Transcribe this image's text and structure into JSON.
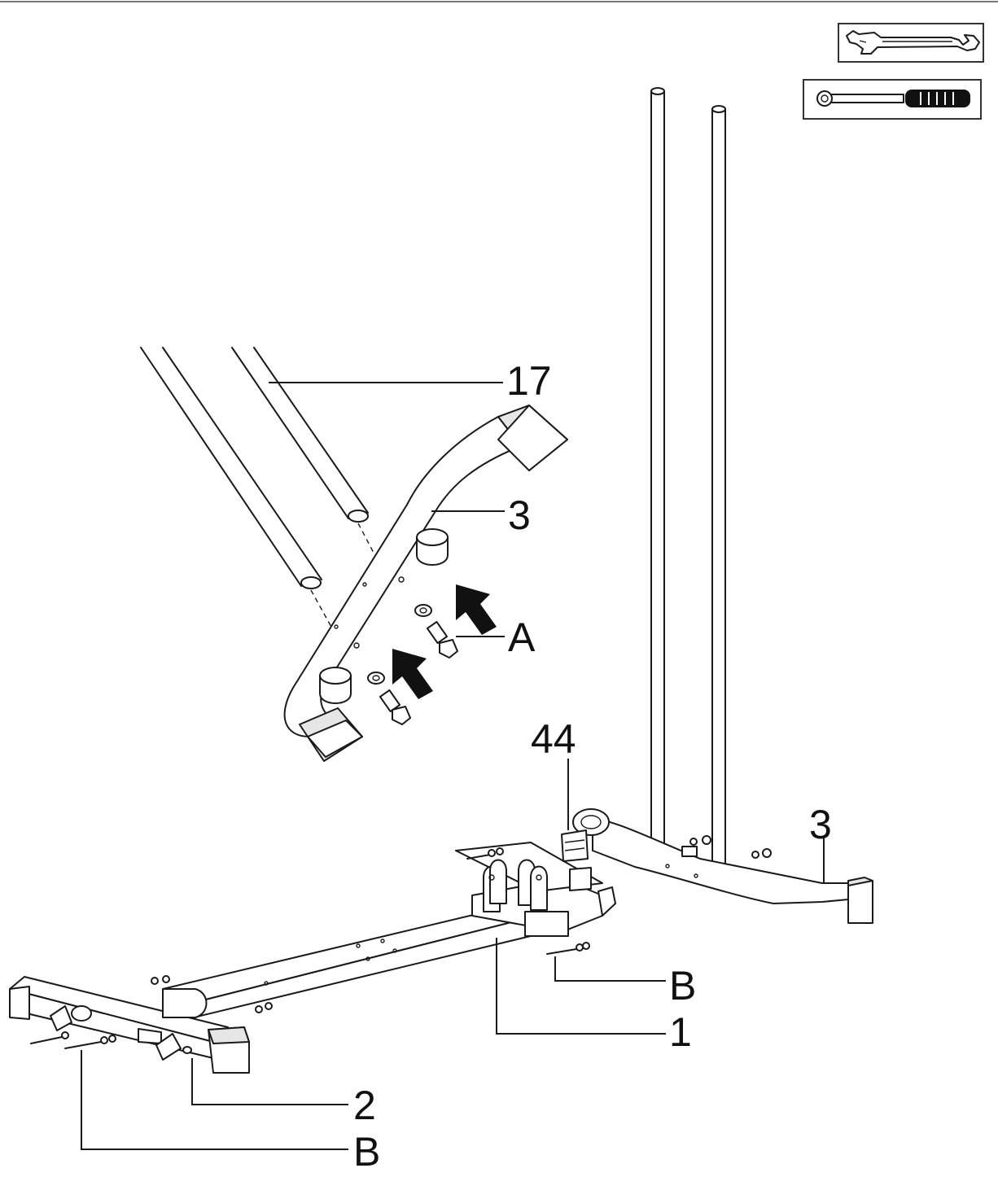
{
  "callouts": {
    "tube_17": "17",
    "crossbar_3_top": "3",
    "bolt_a": "A",
    "plate_44": "44",
    "crossbar_3_right": "3",
    "bolt_b_upper": "B",
    "frame_1": "1",
    "front_stabilizer_2": "2",
    "bolt_b_lower": "B"
  },
  "tools": [
    "open-end-wrench-icon",
    "socket-wrench-icon"
  ],
  "colors": {
    "ink": "#1a1a1a",
    "paper": "#ffffff",
    "arrow": "#111111"
  }
}
